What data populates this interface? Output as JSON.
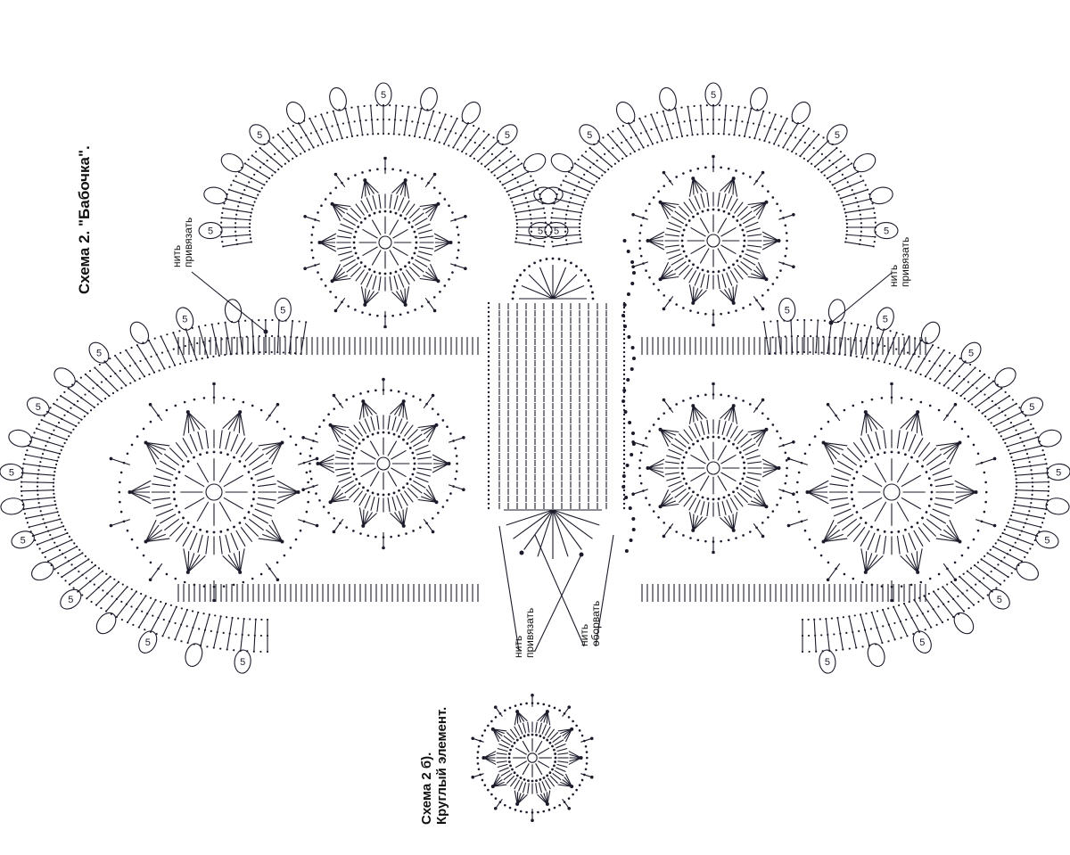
{
  "schema_main": {
    "title": "Схема 2. \"Бабочка\".",
    "stitch_mark": "5"
  },
  "notes": {
    "tie_on_word1": "нить",
    "tie_on_word2": "привязать",
    "cut_word1": "нить",
    "cut_word2": "оборвать"
  },
  "schema_small": {
    "title_line1": "Схема 2 б).",
    "title_line2": "Круглый элемент."
  },
  "colors": {
    "ink": "#1a1a2a",
    "paper": "#ffffff"
  }
}
